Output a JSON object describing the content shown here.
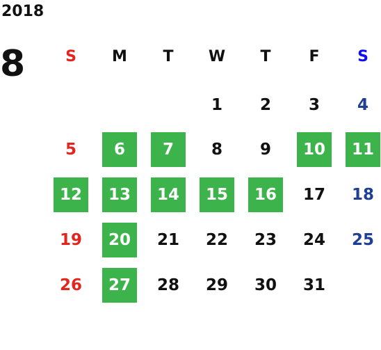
{
  "year": "2018",
  "month": "8",
  "weekdays": [
    "S",
    "M",
    "T",
    "W",
    "T",
    "F",
    "S"
  ],
  "weeks": [
    [
      "",
      "",
      "",
      "1",
      "2",
      "3",
      "4"
    ],
    [
      "5",
      "6",
      "7",
      "8",
      "9",
      "10",
      "11"
    ],
    [
      "12",
      "13",
      "14",
      "15",
      "16",
      "17",
      "18"
    ],
    [
      "19",
      "20",
      "21",
      "22",
      "23",
      "24",
      "25"
    ],
    [
      "26",
      "27",
      "28",
      "29",
      "30",
      "31",
      ""
    ]
  ],
  "highlighted_days": [
    "6",
    "7",
    "10",
    "11",
    "12",
    "13",
    "14",
    "15",
    "16",
    "20",
    "27"
  ],
  "colors": {
    "highlight": "#3cb44b",
    "sunday": "#e0261f",
    "saturday": "#1e3f94",
    "saturday_header": "#1010ee",
    "text": "#111111"
  }
}
